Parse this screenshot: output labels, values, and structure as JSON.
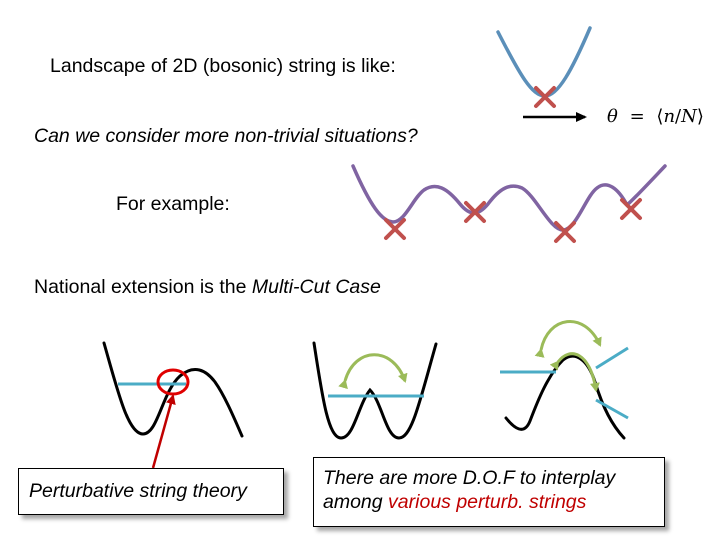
{
  "slide": {
    "line1": "Landscape of 2D (bosonic) string is like:",
    "line2": "Can we consider more non-trivial situations?",
    "line3": "For example:",
    "line4_plain": "National extension is the ",
    "line4_italic": "Multi-Cut Case",
    "formula": {
      "theta": "θ",
      "equals": "=",
      "open": "⟨",
      "numerator": "n",
      "slash": "/",
      "denominator": "N",
      "close": "⟩"
    },
    "callout_left": "Perturbative string theory",
    "callout_right": {
      "line1": "There are more D.O.F to interplay",
      "line2_prefix": "among ",
      "line2_highlight": "various perturb. strings"
    }
  },
  "colors": {
    "single_well": "#5b8fb9",
    "multi_well": "#8064a2",
    "cross": "#c0504d",
    "level_line": "#4bacc6",
    "arrow_green": "#9bbb59",
    "circle_red": "#e00000",
    "text_red": "#c00000"
  }
}
